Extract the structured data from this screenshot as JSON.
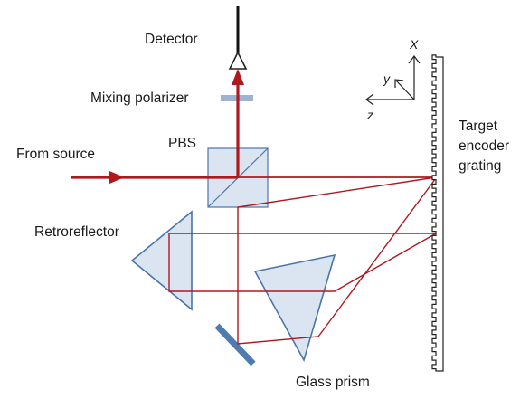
{
  "labels": {
    "detector": "Detector",
    "mixing_polarizer": "Mixing polarizer",
    "pbs": "PBS",
    "from_source": "From source",
    "retroreflector": "Retroreflector",
    "glass_prism": "Glass prism",
    "target_line1": "Target",
    "target_line2": "encoder",
    "target_line3": "grating"
  },
  "axes": {
    "x": "X",
    "y": "y",
    "z": "z"
  },
  "colors": {
    "beam": "#b0181e",
    "optic_fill": "#dbe5f1",
    "optic_stroke": "#4a76a8",
    "polarizer": "#9db3d1",
    "mirror": "#4f7bb0"
  }
}
